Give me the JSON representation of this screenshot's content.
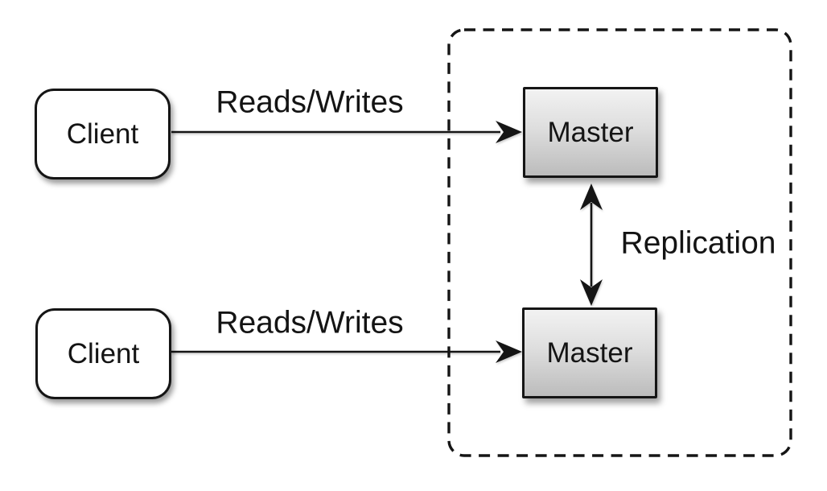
{
  "diagram": {
    "type": "architecture-diagram",
    "topic": "master-master-replication",
    "nodes": {
      "client_top": {
        "label": "Client",
        "shape": "rounded-rectangle",
        "fill": "#ffffff"
      },
      "client_bottom": {
        "label": "Client",
        "shape": "rounded-rectangle",
        "fill": "#ffffff"
      },
      "master_top": {
        "label": "Master",
        "shape": "rectangle",
        "fill_gradient_top": "#f2f2f2",
        "fill_gradient_bottom": "#bcbcbc"
      },
      "master_bottom": {
        "label": "Master",
        "shape": "rectangle",
        "fill_gradient_top": "#f2f2f2",
        "fill_gradient_bottom": "#bcbcbc"
      }
    },
    "edges": {
      "reads_writes_top": {
        "label": "Reads/Writes",
        "from": "client_top",
        "to": "master_top",
        "direction": "one-way"
      },
      "reads_writes_bottom": {
        "label": "Reads/Writes",
        "from": "client_bottom",
        "to": "master_bottom",
        "direction": "one-way"
      },
      "replication": {
        "label": "Replication",
        "from": "master_top",
        "to": "master_bottom",
        "direction": "two-way"
      }
    },
    "boundary": {
      "style": "dashed-rounded-rectangle",
      "contains": [
        "master_top",
        "master_bottom"
      ]
    },
    "colors": {
      "background": "#ffffff",
      "stroke": "#151515",
      "text": "#141414"
    }
  }
}
